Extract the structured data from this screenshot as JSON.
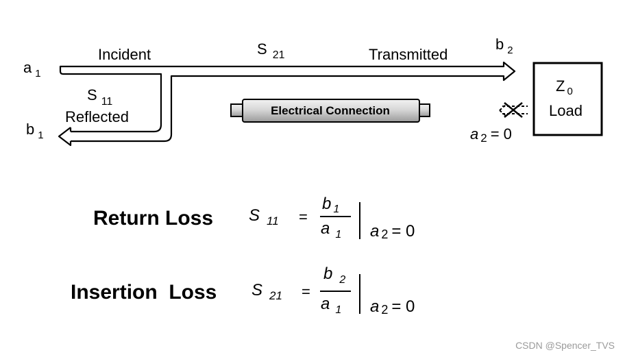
{
  "diagram": {
    "a1": {
      "base": "a",
      "sub": "1"
    },
    "b1": {
      "base": "b",
      "sub": "1"
    },
    "b2": {
      "base": "b",
      "sub": "2"
    },
    "incident": "Incident",
    "s21_top": {
      "base": "S",
      "sub": "21"
    },
    "transmitted": "Transmitted",
    "s11_left": {
      "base": "S",
      "sub": "11"
    },
    "reflected": "Reflected",
    "connection": "Electrical Connection",
    "load": {
      "z_base": "Z",
      "z_sub": "0",
      "label": "Load"
    },
    "a2_zero": {
      "base": "a",
      "sub": "2",
      "tail": "= 0"
    }
  },
  "equations": {
    "return_loss": {
      "label": "Return Loss",
      "s": "S",
      "s_sub": "11",
      "eq": "=",
      "num": "b",
      "num_sub": "1",
      "den": "a",
      "den_sub": "1",
      "cond": "a",
      "cond_sub": "2",
      "cond_tail": "= 0"
    },
    "insertion_loss": {
      "label": "Insertion  Loss",
      "s": "S",
      "s_sub": "21",
      "eq": "=",
      "num": "b",
      "num_sub": "2",
      "den": "a",
      "den_sub": "1",
      "cond": "a",
      "cond_sub": "2",
      "cond_tail": "= 0"
    }
  },
  "watermark": "CSDN @Spencer_TVS"
}
